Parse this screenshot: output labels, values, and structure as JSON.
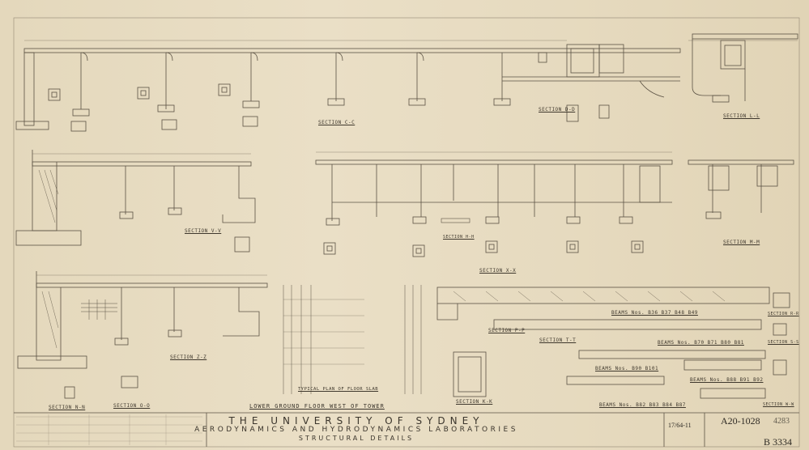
{
  "sections": {
    "cc": "SECTION C-C",
    "dd": "SECTION D-D",
    "ll": "SECTION L-L",
    "vv": "SECTION V-V",
    "xx": "SECTION X-X",
    "mm": "SECTION M-M",
    "hh": "SECTION H-H",
    "zz": "SECTION Z-Z",
    "oo": "SECTION O-O",
    "nn": "SECTION N-N",
    "kk": "SECTION K-K",
    "pp": "SECTION P-P",
    "tt": "SECTION T-T",
    "rr": "SECTION R-R",
    "ss": "SECTION S-S",
    "ww": "SECTION W-W"
  },
  "beams": {
    "b1": "BEAMS Nos. B36 B37 B48 B49",
    "b2": "BEAMS Nos. B70 B71 B80 B81",
    "b3": "BEAMS Nos. B90 B101",
    "b4": "BEAMS Nos. B88 B91 B92",
    "b5": "BEAMS Nos. B82 B83 B84 B87"
  },
  "floor_slab": "TYPICAL PLAN OF FLOOR SLAB",
  "lower_ground": "LOWER GROUND FLOOR WEST OF TOWER",
  "title": {
    "line1": "THE UNIVERSITY OF SYDNEY",
    "line2": "AERODYNAMICS AND HYDRODYNAMICS LABORATORIES",
    "line3": "STRUCTURAL DETAILS"
  },
  "refs": {
    "drawing_no": "A20-1028",
    "sheet_no": "4283",
    "archive_no": "B 3334",
    "small_no": "17/64-11"
  },
  "colors": {
    "paper": "#e7dcc2",
    "ink": "#4a4236",
    "title_ink": "#3b352c"
  }
}
